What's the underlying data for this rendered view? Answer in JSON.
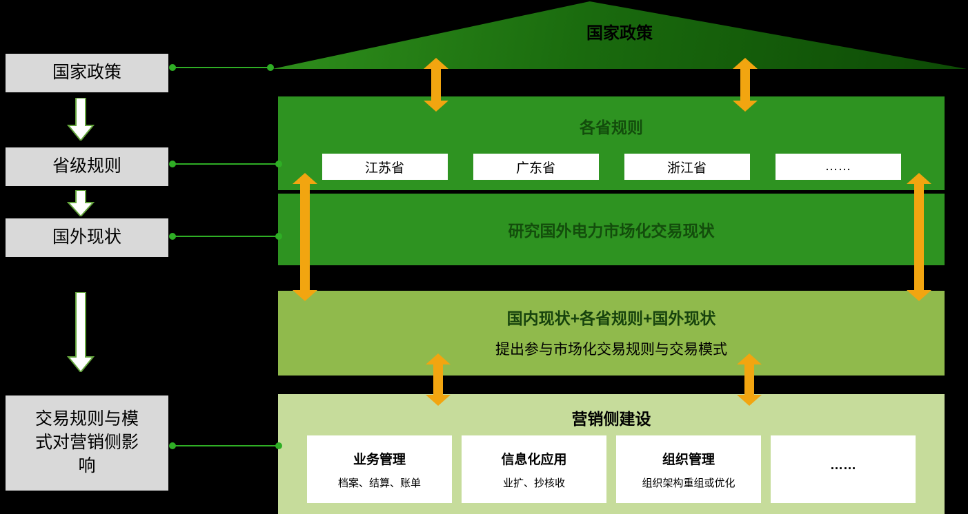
{
  "left_panel": {
    "items": [
      {
        "label": "国家政策"
      },
      {
        "label": "省级规则"
      },
      {
        "label": "国外现状"
      },
      {
        "label": "交易规则与模式对营销侧影响"
      }
    ]
  },
  "pyramid": {
    "roof_title": "国家政策",
    "provinces_layer": {
      "title": "各省规则",
      "boxes": [
        {
          "label": "江苏省"
        },
        {
          "label": "广东省"
        },
        {
          "label": "浙江省"
        },
        {
          "label": "……"
        }
      ]
    },
    "foreign_layer": {
      "title": "研究国外电力市场化交易现状"
    },
    "combine_layer": {
      "title": "国内现状+各省规则+国外现状",
      "subtitle": "提出参与市场化交易规则与交易模式"
    },
    "marketing_layer": {
      "title": "营销侧建设",
      "boxes": [
        {
          "title": "业务管理",
          "subtitle": "档案、结算、账单"
        },
        {
          "title": "信息化应用",
          "subtitle": "业扩、抄核收"
        },
        {
          "title": "组织管理",
          "subtitle": "组织架构重组或优化"
        },
        {
          "title": "……",
          "subtitle": ""
        }
      ]
    }
  },
  "colors": {
    "background": "#000000",
    "gray_box": "#d9d9d9",
    "roof_green_dark": "#0d4a05",
    "roof_green_light": "#2f8f1c",
    "layer_green": "#2e9321",
    "layer_yellow_green": "#90ba4c",
    "layer_light_green": "#c6dc9b",
    "arrow_orange": "#f2a510",
    "connector_green": "#2fae25",
    "white_box": "#ffffff"
  }
}
